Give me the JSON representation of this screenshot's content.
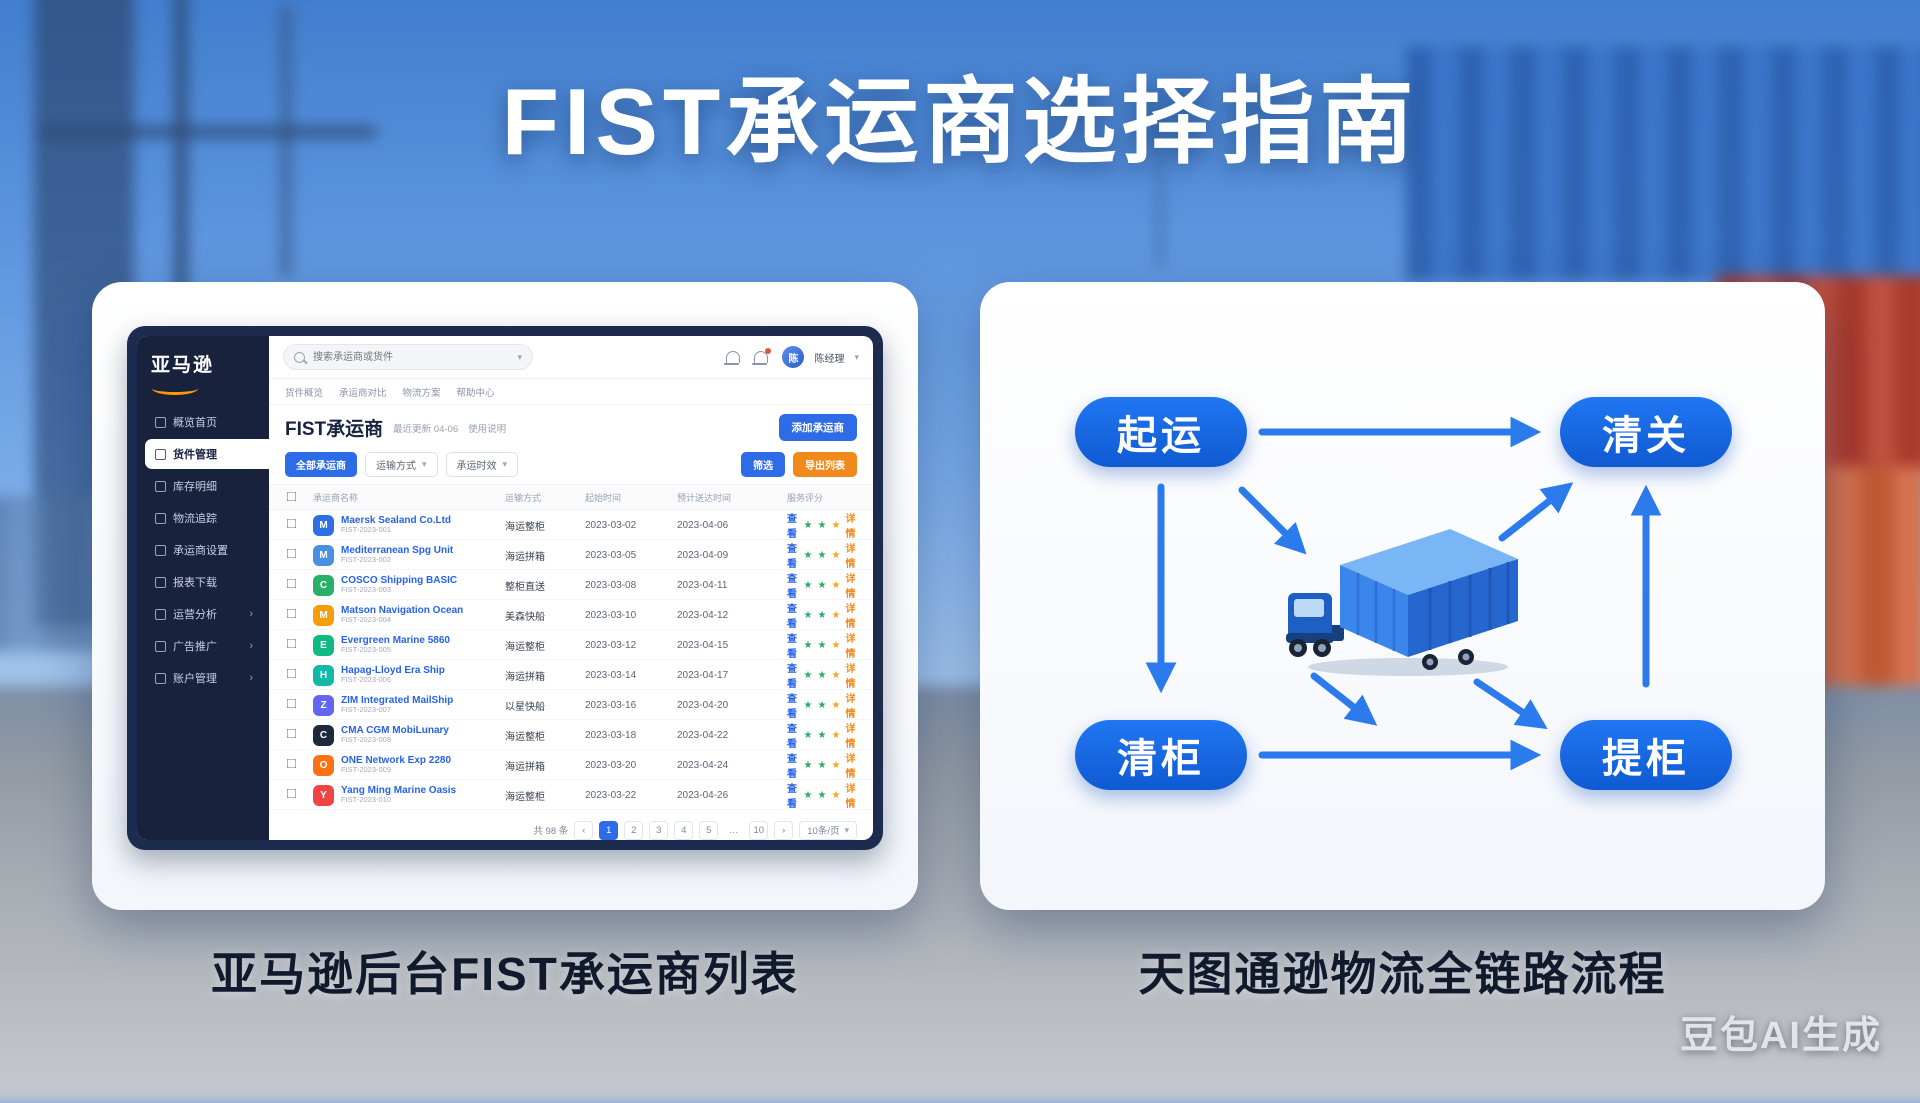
{
  "title": "FIST承运商选择指南",
  "captions": {
    "left": "亚马逊后台FIST承运商列表",
    "right": "天图通逊物流全链路流程"
  },
  "watermark": "豆包AI生成",
  "colors": {
    "accent_blue": "#2e6be6",
    "node_blue": "#1569e6",
    "orange": "#f08a1d",
    "star_green": "#27ae60",
    "star_orange": "#f5a623",
    "amazon_orange": "#ff9900"
  },
  "icons": {
    "caret": "▾",
    "chevron": "›",
    "prev": "‹",
    "next": "›"
  },
  "amazon": {
    "logo": "亚马逊",
    "search_placeholder": "搜索承运商或货件",
    "user": "陈经理",
    "user_initial": "陈",
    "sidebar": [
      {
        "label": "概览首页"
      },
      {
        "label": "货件管理"
      },
      {
        "label": "库存明细"
      },
      {
        "label": "物流追踪"
      },
      {
        "label": "承运商设置"
      },
      {
        "label": "报表下载"
      },
      {
        "label": "运营分析"
      },
      {
        "label": "广告推广"
      },
      {
        "label": "账户管理"
      }
    ],
    "subnav": [
      "货件概览",
      "承运商对比",
      "物流方案",
      "帮助中心"
    ],
    "page_title": "FIST承运商",
    "title_links": [
      "最近更新 04-06",
      "使用说明"
    ],
    "primary_button": "添加承运商",
    "filters": {
      "all": "全部承运商",
      "selects": [
        "运输方式",
        "承运时效"
      ],
      "filter_btn": "筛选",
      "export_btn": "导出列表"
    },
    "table": {
      "headers": [
        "承运商名称",
        "运输方式",
        "起始时间",
        "预计送达时间",
        "服务评分"
      ],
      "view_label": "查看",
      "detail_label": "详情",
      "rows": [
        {
          "initial": "M",
          "icon_style": "background:#2f6fe4",
          "name": "Maersk Sealand Co.Ltd",
          "sub": "FIST-2023-001",
          "type": "海运整柜",
          "start": "2023-03-02",
          "eta": "2023-04-06"
        },
        {
          "initial": "M",
          "icon_style": "background:#4a90e2",
          "name": "Mediterranean Spg Unit",
          "sub": "FIST-2023-002",
          "type": "海运拼箱",
          "start": "2023-03-05",
          "eta": "2023-04-09"
        },
        {
          "initial": "C",
          "icon_style": "background:#27b06a",
          "name": "COSCO Shipping BASIC",
          "sub": "FIST-2023-003",
          "type": "整柜直送",
          "start": "2023-03-08",
          "eta": "2023-04-11"
        },
        {
          "initial": "M",
          "icon_style": "background:#f59e0b",
          "name": "Matson Navigation Ocean",
          "sub": "FIST-2023-004",
          "type": "美森快船",
          "start": "2023-03-10",
          "eta": "2023-04-12"
        },
        {
          "initial": "E",
          "icon_style": "background:#10b981",
          "name": "Evergreen Marine 5860",
          "sub": "FIST-2023-005",
          "type": "海运整柜",
          "start": "2023-03-12",
          "eta": "2023-04-15"
        },
        {
          "initial": "H",
          "icon_style": "background:#14b8a6",
          "name": "Hapag-Lloyd Era Ship",
          "sub": "FIST-2023-006",
          "type": "海运拼箱",
          "start": "2023-03-14",
          "eta": "2023-04-17"
        },
        {
          "initial": "Z",
          "icon_style": "background:#6366f1",
          "name": "ZIM Integrated MailShip",
          "sub": "FIST-2023-007",
          "type": "以星快船",
          "start": "2023-03-16",
          "eta": "2023-04-20"
        },
        {
          "initial": "C",
          "icon_style": "background:#1e293b",
          "name": "CMA CGM MobiLunary",
          "sub": "FIST-2023-008",
          "type": "海运整柜",
          "start": "2023-03-18",
          "eta": "2023-04-22"
        },
        {
          "initial": "O",
          "icon_style": "background:#f97316",
          "name": "ONE Network Exp 2280",
          "sub": "FIST-2023-009",
          "type": "海运拼箱",
          "start": "2023-03-20",
          "eta": "2023-04-24"
        },
        {
          "initial": "Y",
          "icon_style": "background:#ef4444",
          "name": "Yang Ming Marine Oasis",
          "sub": "FIST-2023-010",
          "type": "海运整柜",
          "start": "2023-03-22",
          "eta": "2023-04-26"
        }
      ]
    },
    "pagination": {
      "total": "共 98 条",
      "pages": [
        "1",
        "2",
        "3",
        "4",
        "5",
        "…",
        "10"
      ],
      "per_page": "10条/页"
    }
  },
  "flow": {
    "nodes": [
      {
        "label": "起运"
      },
      {
        "label": "清关"
      },
      {
        "label": "清柜"
      },
      {
        "label": "提柜"
      }
    ]
  }
}
